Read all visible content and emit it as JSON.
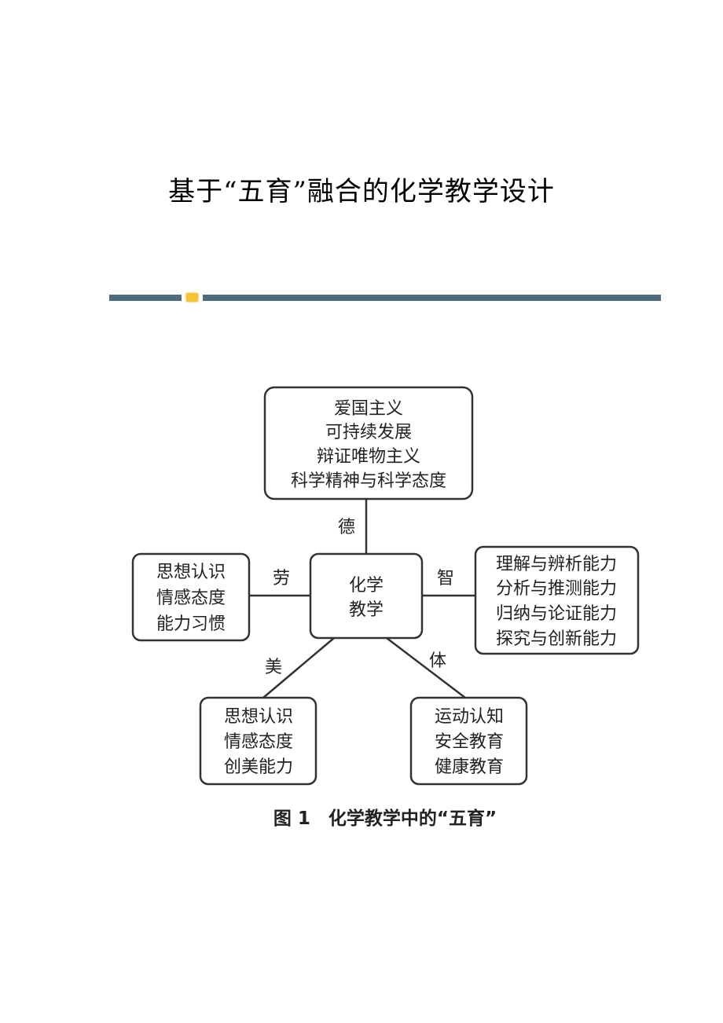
{
  "document": {
    "title": "基于“五育”融合的化学教学设计"
  },
  "figure": {
    "center": [
      "化学",
      "教学"
    ],
    "de": {
      "label": "德",
      "items": [
        "爱国主义",
        "可持续发展",
        "辩证唯物主义",
        "科学精神与科学态度"
      ]
    },
    "lao": {
      "label": "劳",
      "items": [
        "思想认识",
        "情感态度",
        "能力习惯"
      ]
    },
    "zhi": {
      "label": "智",
      "items": [
        "理解与辨析能力",
        "分析与推测能力",
        "归纳与论证能力",
        "探究与创新能力"
      ]
    },
    "mei": {
      "label": "美",
      "items": [
        "思想认识",
        "情感态度",
        "创美能力"
      ]
    },
    "ti": {
      "label": "体",
      "items": [
        "运动认知",
        "安全教育",
        "健康教育"
      ]
    },
    "caption": "图 1　化学教学中的“五育”"
  }
}
